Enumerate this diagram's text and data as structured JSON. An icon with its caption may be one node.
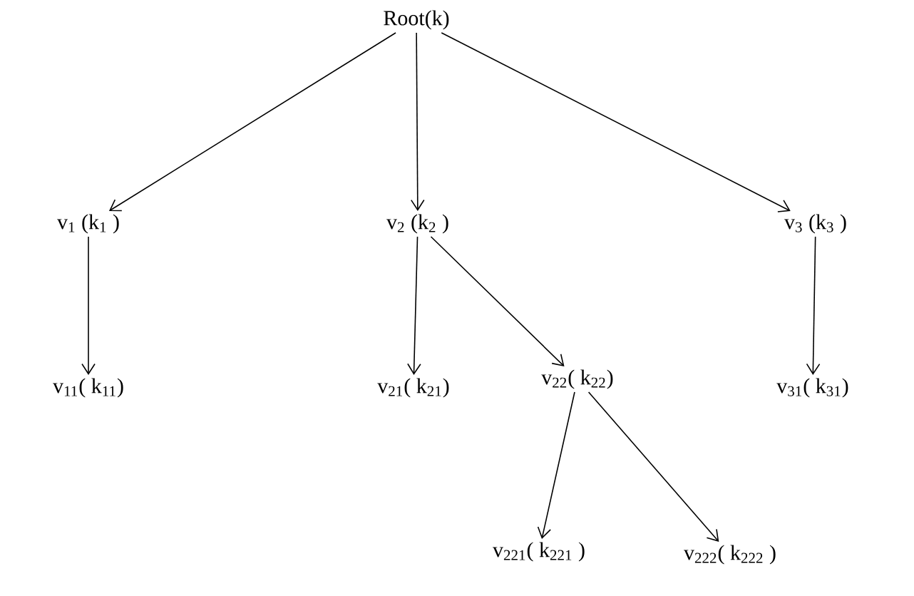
{
  "diagram": {
    "nodes": [
      {
        "text": [
          "Root(k)"
        ]
      },
      {
        "text": [
          "v$_{1}$ (k$_{1}$ )"
        ]
      },
      {
        "text": [
          "v$_{2}$ (k$_{2}$ )"
        ]
      },
      {
        "text": [
          "v$_{3}$ (k$_{3}$ )"
        ]
      },
      {
        "text": [
          "v$_{11}$( k$_{11}$)"
        ]
      },
      {
        "text": [
          "v$_{21}$( k$_{21}$)"
        ]
      },
      {
        "text": [
          "v$_{22}$( k$_{22}$)"
        ]
      },
      {
        "text": [
          "v$_{31}$( k$_{31}$)"
        ]
      },
      {
        "text": [
          "v$_{221}$( k$_{221}$ )"
        ]
      },
      {
        "text": [
          "v$_{222}$( k$_{222}$ )"
        ]
      }
    ],
    "edges": [
      {
        "from": 0,
        "to": 1,
        "arrow": "to"
      },
      {
        "from": 0,
        "to": 2,
        "arrow": "to"
      },
      {
        "from": 0,
        "to": 3,
        "arrow": "to"
      },
      {
        "from": 1,
        "to": 4,
        "arrow": "to"
      },
      {
        "from": 2,
        "to": 5,
        "arrow": "to"
      },
      {
        "from": 2,
        "to": 6,
        "arrow": "to"
      },
      {
        "from": 3,
        "to": 7,
        "arrow": "to"
      },
      {
        "from": 6,
        "to": 8,
        "arrow": "to"
      },
      {
        "from": 6,
        "to": 9,
        "arrow": "to"
      }
    ]
  }
}
